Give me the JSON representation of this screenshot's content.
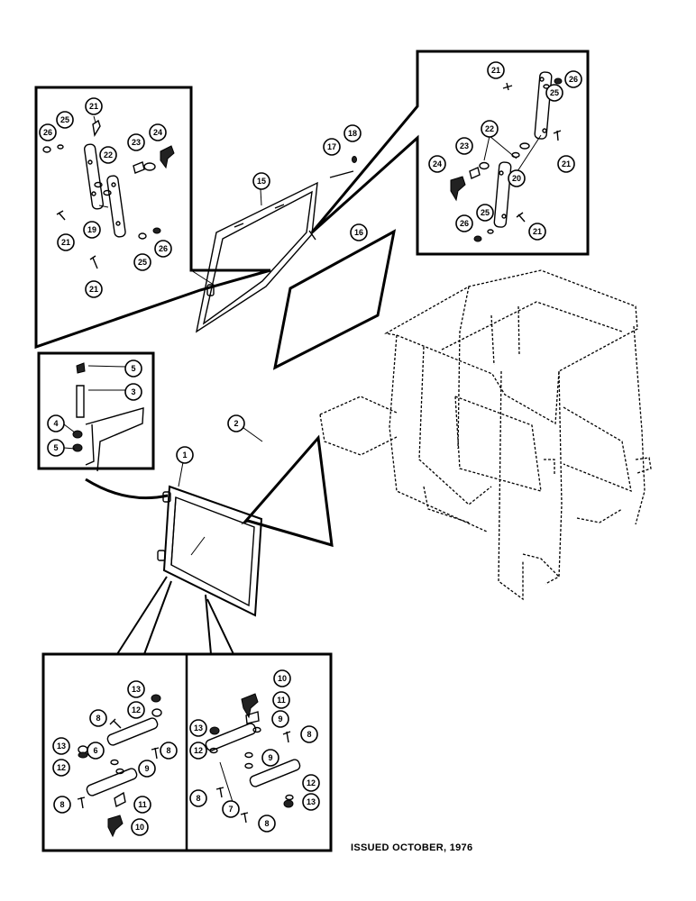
{
  "footer": {
    "issued": "ISSUED OCTOBER, 1976"
  },
  "callouts": {
    "c21a": "21",
    "c25a": "25",
    "c26a": "26",
    "c24a": "24",
    "c23a": "23",
    "c22a": "22",
    "c19": "19",
    "c21b": "21",
    "c25b": "25",
    "c26b": "26",
    "c21c": "21",
    "c15": "15",
    "c17": "17",
    "c18": "18",
    "c16": "16",
    "c21d": "21",
    "c25c": "25",
    "c26c": "26",
    "c22b": "22",
    "c23b": "23",
    "c24b": "24",
    "c20": "20",
    "c21e": "21",
    "c26d": "26",
    "c25d": "25",
    "c21f": "21",
    "c5a": "5",
    "c3": "3",
    "c4": "4",
    "c5b": "5",
    "c2": "2",
    "c1": "1",
    "c13a": "13",
    "c12a": "12",
    "c8a": "8",
    "c6": "6",
    "c8b": "8",
    "c13b": "13",
    "c12b": "12",
    "c9a": "9",
    "c8c": "8",
    "c11a": "11",
    "c10a": "10",
    "c10b": "10",
    "c11b": "11",
    "c9b": "9",
    "c8d": "8",
    "c13c": "13",
    "c12c": "12",
    "c9c": "9",
    "c8e": "8",
    "c7": "7",
    "c12d": "12",
    "c13d": "13",
    "c8f": "8"
  }
}
